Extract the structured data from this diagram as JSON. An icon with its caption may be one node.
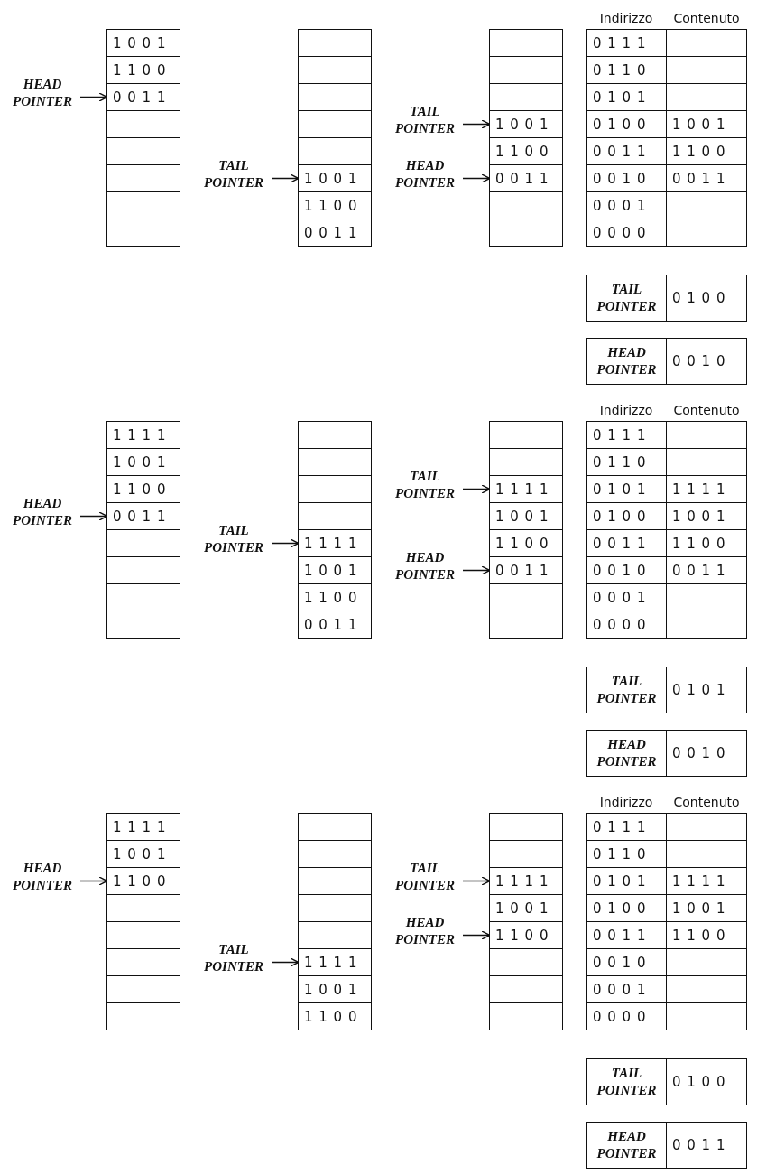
{
  "diagram": {
    "nodes": [
      {
        "text": [
          "HEAD POINTER"
        ]
      },
      {
        "text": [
          "1001"
        ]
      },
      {
        "text": [
          "1100"
        ]
      },
      {
        "text": [
          "0011"
        ]
      },
      {
        "text": [],
        "shape": "box"
      },
      {
        "text": [],
        "shape": "box"
      },
      {
        "text": [],
        "shape": "box"
      },
      {
        "text": [],
        "shape": "box"
      },
      {
        "text": [],
        "shape": "box"
      },
      {
        "text": [
          "TAIL POINTER"
        ]
      },
      {
        "text": [],
        "shape": "box"
      },
      {
        "text": [],
        "shape": "box"
      },
      {
        "text": [],
        "shape": "box"
      },
      {
        "text": [],
        "shape": "box"
      },
      {
        "text": [],
        "shape": "box"
      },
      {
        "text": [
          "1001"
        ]
      },
      {
        "text": [
          "1100"
        ]
      },
      {
        "text": [
          "0011"
        ]
      },
      {
        "text": [
          "TAIL POINTER"
        ]
      },
      {
        "text": [
          "HEAD POINTER"
        ]
      },
      {
        "text": [],
        "shape": "box"
      },
      {
        "text": [],
        "shape": "box"
      },
      {
        "text": [],
        "shape": "box"
      },
      {
        "text": [
          "1001"
        ]
      },
      {
        "text": [
          "1100"
        ]
      },
      {
        "text": [
          "0011"
        ]
      },
      {
        "text": [],
        "shape": "box"
      },
      {
        "text": [],
        "shape": "box"
      },
      {
        "text": [
          "0111"
        ]
      },
      {
        "text": [],
        "shape": "box"
      },
      {
        "text": [
          "0110"
        ]
      },
      {
        "text": [],
        "shape": "box"
      },
      {
        "text": [
          "0101"
        ]
      },
      {
        "text": [],
        "shape": "box"
      },
      {
        "text": [
          "0100"
        ]
      },
      {
        "text": [
          "1001"
        ]
      },
      {
        "text": [
          "0011"
        ]
      },
      {
        "text": [
          "1100"
        ]
      },
      {
        "text": [
          "0010"
        ]
      },
      {
        "text": [
          "0011"
        ]
      },
      {
        "text": [
          "0001"
        ]
      },
      {
        "text": [],
        "shape": "box"
      },
      {
        "text": [
          "0000"
        ]
      },
      {
        "text": [],
        "shape": "box"
      },
      {
        "text": [
          "TAIL POINTER"
        ]
      },
      {
        "text": [
          "0100"
        ]
      },
      {
        "text": [
          "HEAD POINTER"
        ]
      },
      {
        "text": [
          "0010"
        ]
      },
      {
        "text": [
          "HEAD POINTER"
        ]
      },
      {
        "text": [
          "1111"
        ]
      },
      {
        "text": [
          "1001"
        ]
      },
      {
        "text": [
          "1100"
        ]
      },
      {
        "text": [
          "0011"
        ]
      },
      {
        "text": [],
        "shape": "box"
      },
      {
        "text": [],
        "shape": "box"
      },
      {
        "text": [],
        "shape": "box"
      },
      {
        "text": [],
        "shape": "box"
      },
      {
        "text": [
          "TAIL POINTER"
        ]
      },
      {
        "text": [],
        "shape": "box"
      },
      {
        "text": [],
        "shape": "box"
      },
      {
        "text": [],
        "shape": "box"
      },
      {
        "text": [],
        "shape": "box"
      },
      {
        "text": [
          "1111"
        ]
      },
      {
        "text": [
          "1001"
        ]
      },
      {
        "text": [
          "1100"
        ]
      },
      {
        "text": [
          "0011"
        ]
      },
      {
        "text": [
          "TAIL POINTER"
        ]
      },
      {
        "text": [
          "HEAD POINTER"
        ]
      },
      {
        "text": [],
        "shape": "box"
      },
      {
        "text": [],
        "shape": "box"
      },
      {
        "text": [
          "1111"
        ]
      },
      {
        "text": [
          "1001"
        ]
      },
      {
        "text": [
          "1100"
        ]
      },
      {
        "text": [
          "0011"
        ]
      },
      {
        "text": [],
        "shape": "box"
      },
      {
        "text": [],
        "shape": "box"
      },
      {
        "text": [
          "0111"
        ]
      },
      {
        "text": [],
        "shape": "box"
      },
      {
        "text": [
          "0110"
        ]
      },
      {
        "text": [],
        "shape": "box"
      },
      {
        "text": [
          "0101"
        ]
      },
      {
        "text": [
          "1111"
        ]
      },
      {
        "text": [
          "0100"
        ]
      },
      {
        "text": [
          "1001"
        ]
      },
      {
        "text": [
          "0011"
        ]
      },
      {
        "text": [
          "1100"
        ]
      },
      {
        "text": [
          "0010"
        ]
      },
      {
        "text": [
          "0011"
        ]
      },
      {
        "text": [
          "0001"
        ]
      },
      {
        "text": [],
        "shape": "box"
      },
      {
        "text": [
          "0000"
        ]
      },
      {
        "text": [],
        "shape": "box"
      },
      {
        "text": [
          "TAIL POINTER"
        ]
      },
      {
        "text": [
          "0101"
        ]
      },
      {
        "text": [
          "HEAD POINTER"
        ]
      },
      {
        "text": [
          "0010"
        ]
      },
      {
        "text": [
          "HEAD POINTER"
        ]
      },
      {
        "text": [
          "1111"
        ]
      },
      {
        "text": [
          "1001"
        ]
      },
      {
        "text": [
          "1100"
        ]
      },
      {
        "text": [],
        "shape": "box"
      },
      {
        "text": [],
        "shape": "box"
      },
      {
        "text": [],
        "shape": "box"
      },
      {
        "text": [],
        "shape": "box"
      },
      {
        "text": [],
        "shape": "box"
      },
      {
        "text": [
          "TAIL POINTER"
        ]
      },
      {
        "text": [],
        "shape": "box"
      },
      {
        "text": [],
        "shape": "box"
      },
      {
        "text": [],
        "shape": "box"
      },
      {
        "text": [],
        "shape": "box"
      },
      {
        "text": [],
        "shape": "box"
      },
      {
        "text": [
          "1111"
        ]
      },
      {
        "text": [
          "1001"
        ]
      },
      {
        "text": [
          "1100"
        ]
      },
      {
        "text": [
          "TAIL POINTER"
        ]
      },
      {
        "text": [
          "HEAD POINTER"
        ]
      },
      {
        "text": [],
        "shape": "box"
      },
      {
        "text": [],
        "shape": "box"
      },
      {
        "text": [
          "1111"
        ]
      },
      {
        "text": [
          "1001"
        ]
      },
      {
        "text": [
          "1100"
        ]
      },
      {
        "text": [],
        "shape": "box"
      },
      {
        "text": [],
        "shape": "box"
      },
      {
        "text": [],
        "shape": "box"
      },
      {
        "text": [
          "0111"
        ]
      },
      {
        "text": [],
        "shape": "box"
      },
      {
        "text": [
          "0110"
        ]
      },
      {
        "text": [],
        "shape": "box"
      },
      {
        "text": [
          "0101"
        ]
      },
      {
        "text": [
          "1111"
        ]
      },
      {
        "text": [
          "0100"
        ]
      },
      {
        "text": [
          "1001"
        ]
      },
      {
        "text": [
          "0011"
        ]
      },
      {
        "text": [
          "1100"
        ]
      },
      {
        "text": [
          "0010"
        ]
      },
      {
        "text": [],
        "shape": "box"
      },
      {
        "text": [
          "0001"
        ]
      },
      {
        "text": [],
        "shape": "box"
      },
      {
        "text": [
          "0000"
        ]
      },
      {
        "text": [],
        "shape": "box"
      },
      {
        "text": [
          "TAIL POINTER"
        ]
      },
      {
        "text": [
          "0100"
        ]
      },
      {
        "text": [
          "HEAD POINTER"
        ]
      },
      {
        "text": [
          "0011"
        ]
      }
    ],
    "edges": [
      {
        "from": 0,
        "to": 3,
        "arrow": "to"
      },
      {
        "from": 9,
        "to": 15,
        "arrow": "to"
      },
      {
        "from": 18,
        "to": 23,
        "arrow": "to"
      },
      {
        "from": 19,
        "to": 25,
        "arrow": "to"
      },
      {
        "from": 48,
        "to": 52,
        "arrow": "to"
      },
      {
        "from": 57,
        "to": 62,
        "arrow": "to"
      },
      {
        "from": 66,
        "to": 70,
        "arrow": "to"
      },
      {
        "from": 67,
        "to": 73,
        "arrow": "to"
      },
      {
        "from": 96,
        "to": 99,
        "arrow": "to"
      },
      {
        "from": 105,
        "to": 111,
        "arrow": "to"
      },
      {
        "from": 114,
        "to": 118,
        "arrow": "to"
      },
      {
        "from": 115,
        "to": 120,
        "arrow": "to"
      }
    ],
    "labels": [
      "Indirizzo",
      "Contenuto",
      "Indirizzo",
      "Contenuto",
      "Indirizzo",
      "Contenuto"
    ]
  }
}
